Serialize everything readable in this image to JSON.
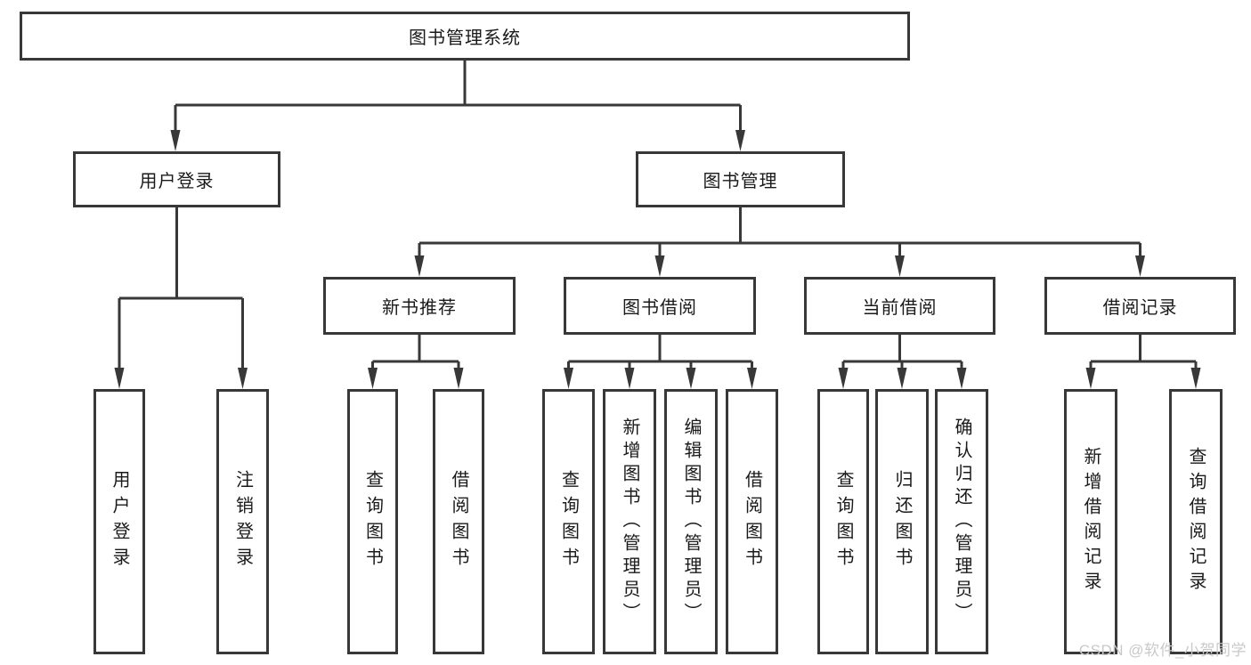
{
  "colors": {
    "line": "#383838",
    "box_border": "#383838",
    "text": "#1a1a1a",
    "watermark": "#c9c9c9",
    "background": "#ffffff"
  },
  "watermark": {
    "text": "CSDN @软件_小贺同学"
  },
  "tree": {
    "label": "图书管理系统",
    "children": [
      {
        "label": "用户登录",
        "children": [
          {
            "label": "用户登录"
          },
          {
            "label": "注销登录"
          }
        ]
      },
      {
        "label": "图书管理",
        "children": [
          {
            "label": "新书推荐",
            "children": [
              {
                "label": "查询图书"
              },
              {
                "label": "借阅图书"
              }
            ]
          },
          {
            "label": "图书借阅",
            "children": [
              {
                "label": "查询图书"
              },
              {
                "label": "新增图书（管理员）"
              },
              {
                "label": "编辑图书（管理员）"
              },
              {
                "label": "借阅图书"
              }
            ]
          },
          {
            "label": "当前借阅",
            "children": [
              {
                "label": "查询图书"
              },
              {
                "label": "归还图书"
              },
              {
                "label": "确认归还（管理员）"
              }
            ]
          },
          {
            "label": "借阅记录",
            "children": [
              {
                "label": "新增借阅记录"
              },
              {
                "label": "查询借阅记录"
              }
            ]
          }
        ]
      }
    ]
  }
}
